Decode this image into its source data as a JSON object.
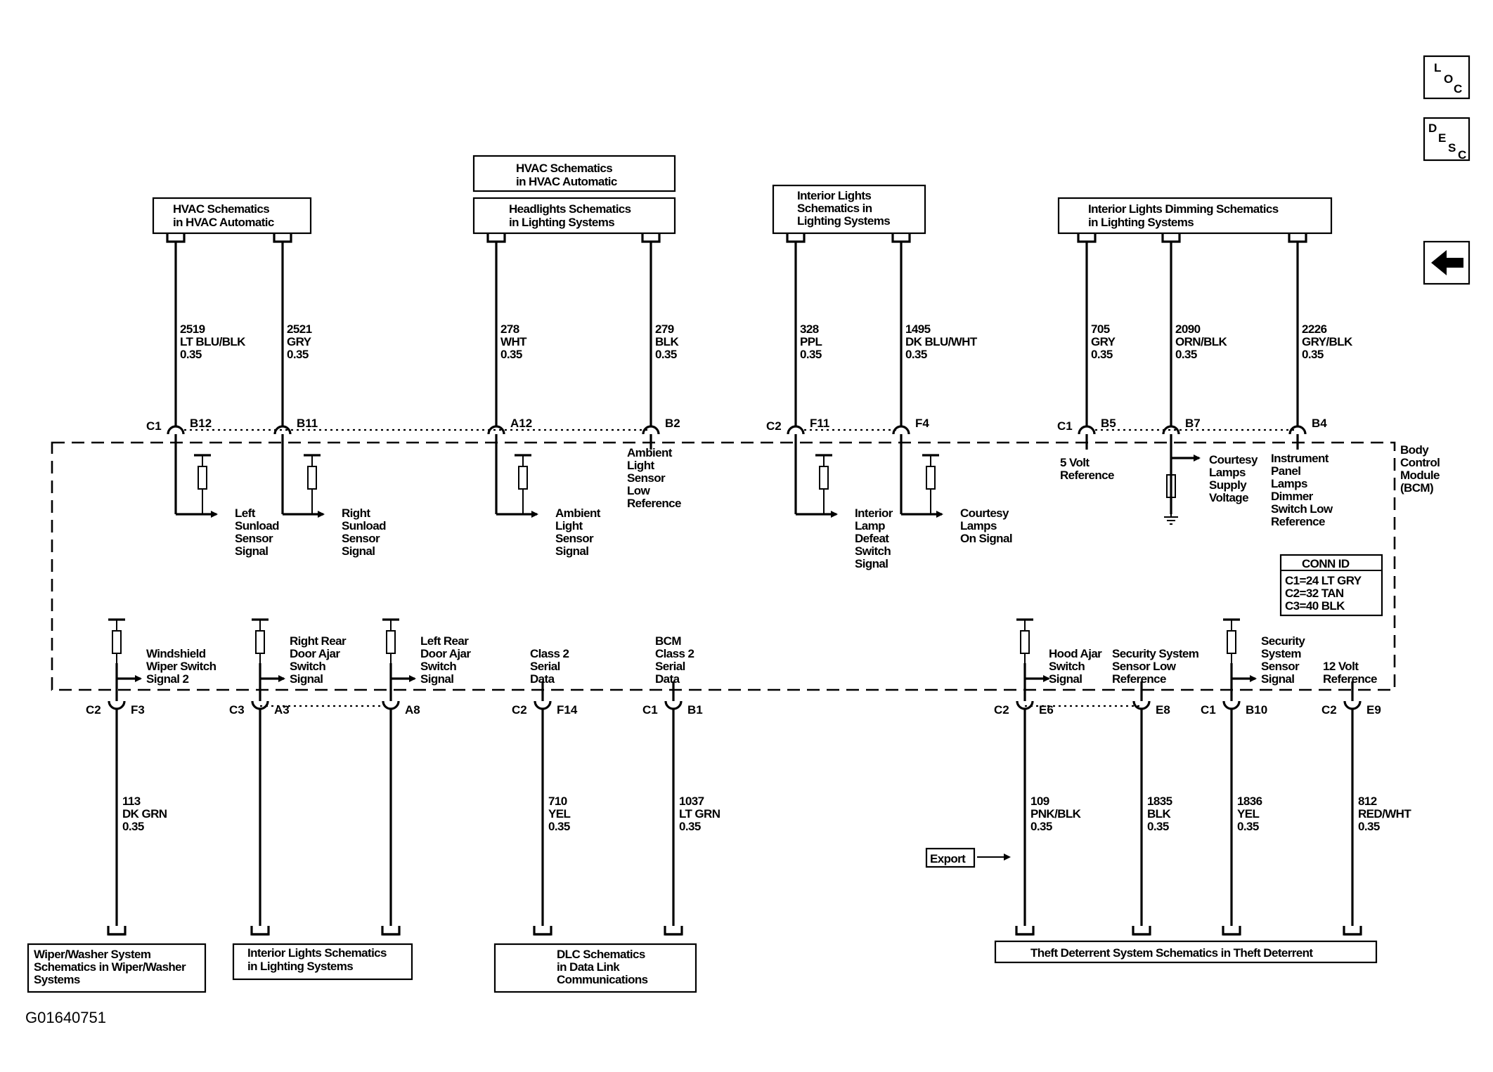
{
  "figure_id": "G01640751",
  "nav": {
    "loc": [
      "L",
      "O",
      "C"
    ],
    "desc": [
      "D",
      "E",
      "S",
      "C"
    ]
  },
  "module": {
    "name": [
      "Body",
      "Control",
      "Module",
      "(BCM)"
    ]
  },
  "conn_id": {
    "title": "CONN ID",
    "rows": [
      "C1=24 LT GRY",
      "C2=32 TAN",
      "C3=40 BLK"
    ]
  },
  "top_boxes": {
    "hvac_left": [
      "HVAC Schematics",
      "in HVAC Automatic"
    ],
    "hvac_top": [
      "HVAC Schematics",
      "in HVAC Automatic"
    ],
    "headlights": [
      "Headlights Schematics",
      "in Lighting Systems"
    ],
    "interior_lights": [
      "Interior Lights",
      "Schematics in",
      "Lighting Systems"
    ],
    "dimming": [
      "Interior Lights Dimming Schematics",
      "in Lighting Systems"
    ]
  },
  "bottom_boxes": {
    "wiper": [
      "Wiper/Washer System",
      "Schematics in Wiper/Washer",
      "Systems"
    ],
    "interior": [
      "Interior Lights Schematics",
      "in Lighting Systems"
    ],
    "dlc": [
      "DLC Schematics",
      "in Data Link",
      "Communications"
    ],
    "theft": [
      "Theft Deterrent System Schematics in Theft Deterrent"
    ],
    "export": "Export"
  },
  "top_wires": [
    {
      "lines": [
        "2519",
        "LT BLU/BLK",
        "0.35"
      ],
      "conn": "C1",
      "pin": "B12",
      "func": [
        "Left",
        "Sunload",
        "Sensor",
        "Signal"
      ]
    },
    {
      "lines": [
        "2521",
        "GRY",
        "0.35"
      ],
      "conn": "",
      "pin": "B11",
      "func": [
        "Right",
        "Sunload",
        "Sensor",
        "Signal"
      ]
    },
    {
      "lines": [
        "278",
        "WHT",
        "0.35"
      ],
      "conn": "",
      "pin": "A12",
      "func": [
        "Ambient",
        "Light",
        "Sensor",
        "Signal"
      ]
    },
    {
      "lines": [
        "279",
        "BLK",
        "0.35"
      ],
      "conn": "",
      "pin": "B2",
      "func": [
        "Ambient",
        "Light",
        "Sensor",
        "Low",
        "Reference"
      ]
    },
    {
      "lines": [
        "328",
        "PPL",
        "0.35"
      ],
      "conn": "C2",
      "pin": "F11",
      "func": [
        "Interior",
        "Lamp",
        "Defeat",
        "Switch",
        "Signal"
      ]
    },
    {
      "lines": [
        "1495",
        "DK BLU/WHT",
        "0.35"
      ],
      "conn": "",
      "pin": "F4",
      "func": [
        "Courtesy",
        "Lamps",
        "On Signal"
      ]
    },
    {
      "lines": [
        "705",
        "GRY",
        "0.35"
      ],
      "conn": "C1",
      "pin": "B5",
      "func": [
        "5 Volt",
        "Reference"
      ]
    },
    {
      "lines": [
        "2090",
        "ORN/BLK",
        "0.35"
      ],
      "conn": "",
      "pin": "B7",
      "func": [
        "Courtesy",
        "Lamps",
        "Supply",
        "Voltage"
      ]
    },
    {
      "lines": [
        "2226",
        "GRY/BLK",
        "0.35"
      ],
      "conn": "",
      "pin": "B4",
      "func": [
        "Instrument",
        "Panel",
        "Lamps",
        "Dimmer",
        "Switch Low",
        "Reference"
      ]
    }
  ],
  "bottom_wires": [
    {
      "lines": [
        "113",
        "DK GRN",
        "0.35"
      ],
      "conn": "C2",
      "pin": "F3",
      "func": [
        "Windshield",
        "Wiper Switch",
        "Signal 2"
      ]
    },
    {
      "lines": [],
      "conn": "C3",
      "pin": "A3",
      "func": [
        "Right Rear",
        "Door Ajar",
        "Switch",
        "Signal"
      ]
    },
    {
      "lines": [],
      "conn": "",
      "pin": "A8",
      "func": [
        "Left Rear",
        "Door Ajar",
        "Switch",
        "Signal"
      ]
    },
    {
      "lines": [
        "710",
        "YEL",
        "0.35"
      ],
      "conn": "C2",
      "pin": "F14",
      "func": [
        "Class 2",
        "Serial",
        "Data"
      ]
    },
    {
      "lines": [
        "1037",
        "LT GRN",
        "0.35"
      ],
      "conn": "C1",
      "pin": "B1",
      "func": [
        "BCM",
        "Class 2",
        "Serial",
        "Data"
      ]
    },
    {
      "lines": [
        "109",
        "PNK/BLK",
        "0.35"
      ],
      "conn": "C2",
      "pin": "E6",
      "func": [
        "Hood Ajar",
        "Switch",
        "Signal"
      ]
    },
    {
      "lines": [
        "1835",
        "BLK",
        "0.35"
      ],
      "conn": "",
      "pin": "E8",
      "func": [
        "Security System",
        "Sensor Low",
        "Reference"
      ]
    },
    {
      "lines": [
        "1836",
        "YEL",
        "0.35"
      ],
      "conn": "C1",
      "pin": "B10",
      "func": [
        "Security",
        "System",
        "Sensor",
        "Signal"
      ]
    },
    {
      "lines": [
        "812",
        "RED/WHT",
        "0.35"
      ],
      "conn": "C2",
      "pin": "E9",
      "func": [
        "12 Volt",
        "Reference"
      ]
    }
  ]
}
